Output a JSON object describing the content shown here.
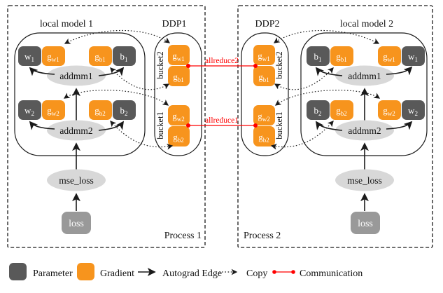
{
  "colors": {
    "parameter": "#595959",
    "gradient": "#F7941D",
    "loss_box": "#999999",
    "op_ellipse": "#D8D8D8",
    "communication": "#FF0000"
  },
  "p1": {
    "process_label": "Process 1",
    "model_title": "local model 1",
    "ddp_title": "DDP1",
    "w1": {
      "base": "w",
      "sub": "1"
    },
    "gw1": {
      "base": "g",
      "sub": "w1"
    },
    "gb1": {
      "base": "g",
      "sub": "b1"
    },
    "b1": {
      "base": "b",
      "sub": "1"
    },
    "w2": {
      "base": "w",
      "sub": "2"
    },
    "gw2": {
      "base": "g",
      "sub": "w2"
    },
    "gb2": {
      "base": "g",
      "sub": "b2"
    },
    "b2": {
      "base": "b",
      "sub": "2"
    },
    "addmm1": "addmm1",
    "addmm2": "addmm2",
    "mse_loss": "mse_loss",
    "loss": "loss",
    "bucket2": {
      "label": "bucket2",
      "gw": {
        "base": "g",
        "sub": "w1"
      },
      "gb": {
        "base": "g",
        "sub": "b1"
      }
    },
    "bucket1": {
      "label": "bucket1",
      "gw": {
        "base": "g",
        "sub": "w2"
      },
      "gb": {
        "base": "g",
        "sub": "b2"
      }
    }
  },
  "p2": {
    "process_label": "Process 2",
    "model_title": "local model 2",
    "ddp_title": "DDP2",
    "w1": {
      "base": "w",
      "sub": "1"
    },
    "gw1": {
      "base": "g",
      "sub": "w1"
    },
    "gb1": {
      "base": "g",
      "sub": "b1"
    },
    "b1": {
      "base": "b",
      "sub": "1"
    },
    "w2": {
      "base": "w",
      "sub": "2"
    },
    "gw2": {
      "base": "g",
      "sub": "w2"
    },
    "gb2": {
      "base": "g",
      "sub": "b2"
    },
    "b2": {
      "base": "b",
      "sub": "2"
    },
    "addmm1": "addmm1",
    "addmm2": "addmm2",
    "mse_loss": "mse_loss",
    "loss": "loss",
    "bucket2": {
      "label": "bucket2",
      "gw": {
        "base": "g",
        "sub": "w1"
      },
      "gb": {
        "base": "g",
        "sub": "b1"
      }
    },
    "bucket1": {
      "label": "bucket1",
      "gw": {
        "base": "g",
        "sub": "w2"
      },
      "gb": {
        "base": "g",
        "sub": "b2"
      }
    }
  },
  "allreduce": {
    "top": "allreduce2",
    "bottom": "allreduce1"
  },
  "legend": {
    "parameter": "Parameter",
    "gradient": "Gradient",
    "autograd_edge": "Autograd Edge",
    "copy": "Copy",
    "communication": "Communication"
  }
}
